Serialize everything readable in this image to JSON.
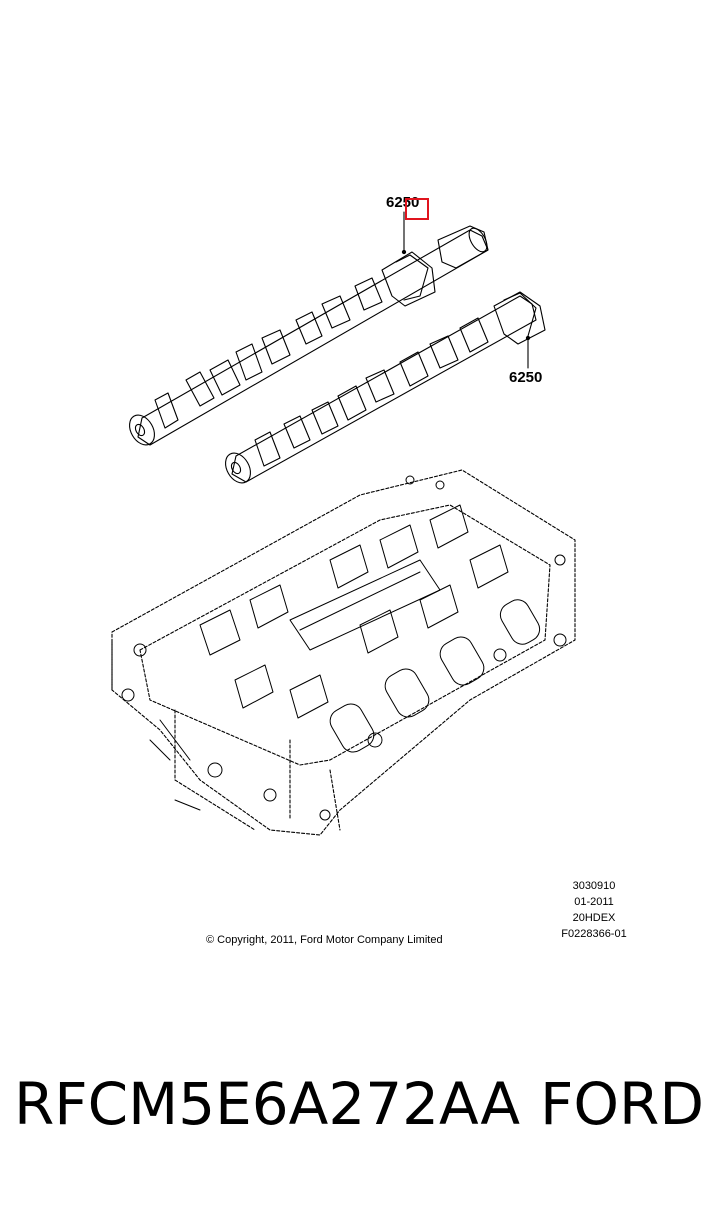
{
  "diagram": {
    "callouts": [
      "6250",
      "6250"
    ],
    "drawing_info": [
      "3030910",
      "01-2011",
      "20HDEX",
      "F0228366-01"
    ],
    "copyright": "© Copyright, 2011, Ford Motor Company Limited",
    "colors": {
      "line": "#000000",
      "highlight": "#e0141e",
      "background": "#ffffff"
    }
  },
  "footer": {
    "part_number": "RFCM5E6A272AA",
    "brand": "FORD"
  }
}
